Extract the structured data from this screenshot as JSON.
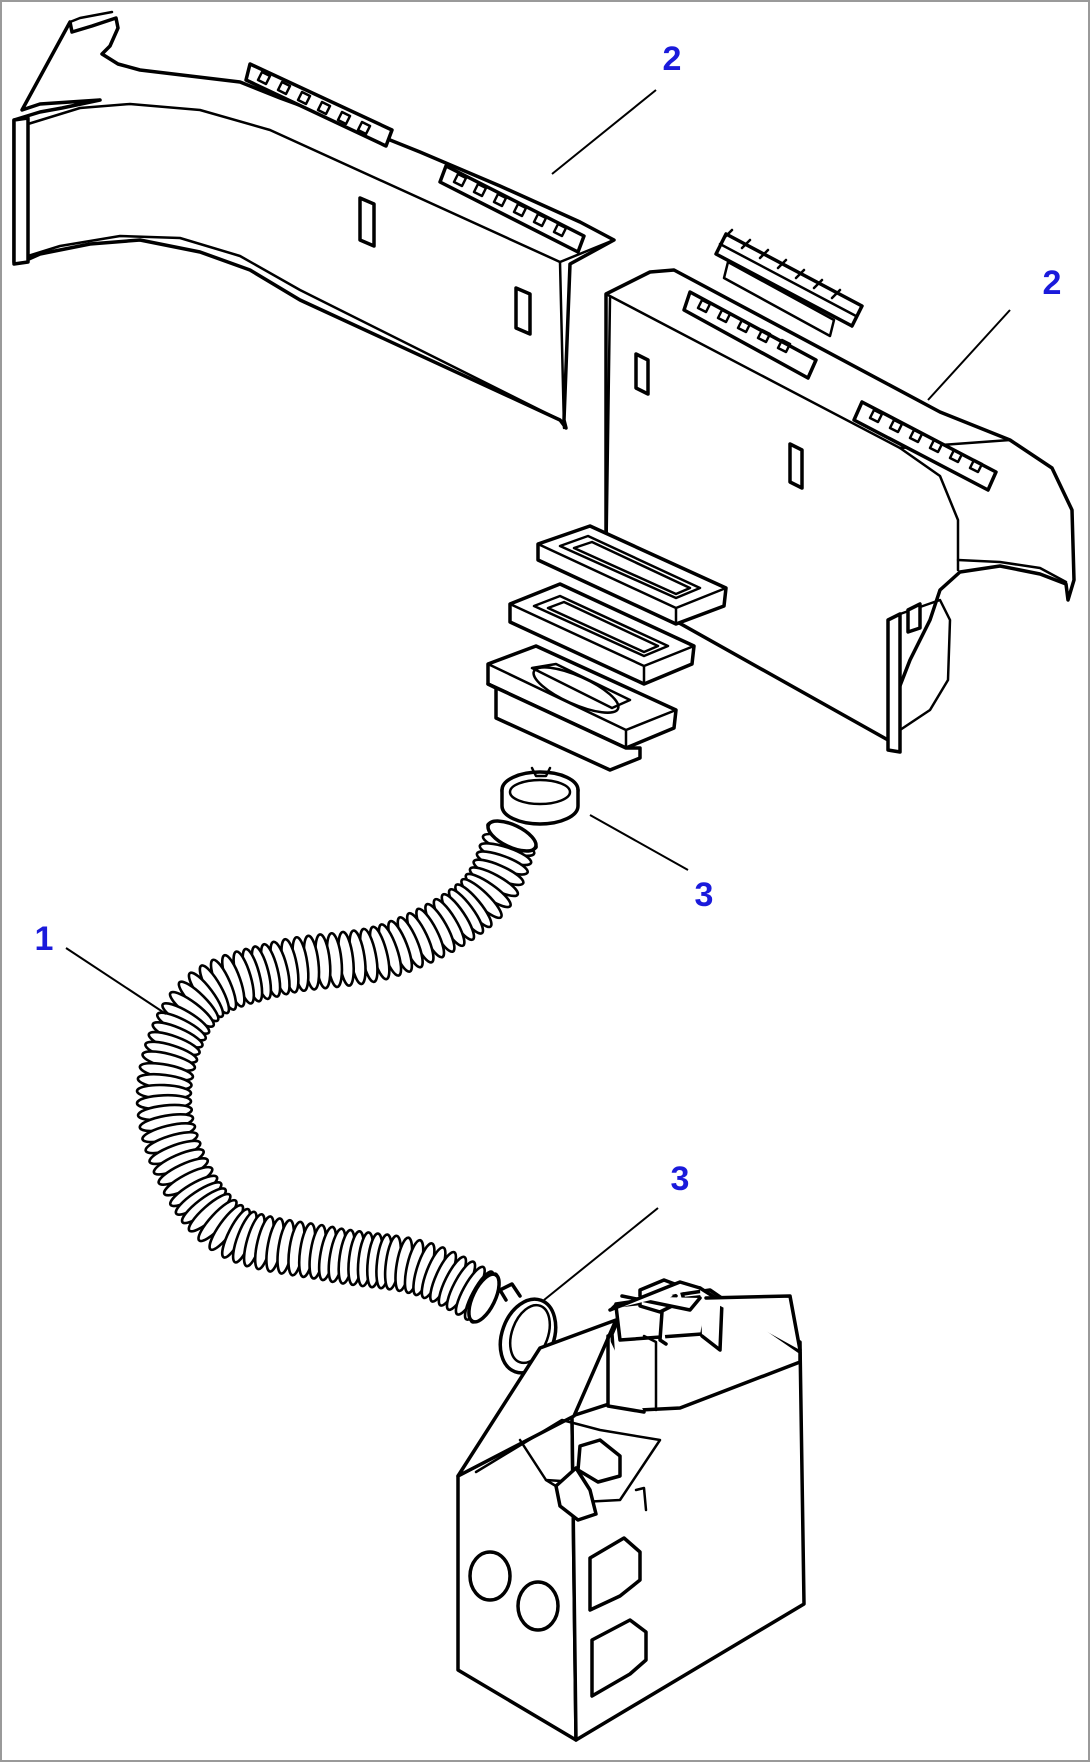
{
  "callouts": [
    {
      "id": "c1",
      "label": "1"
    },
    {
      "id": "c2a",
      "label": "2"
    },
    {
      "id": "c2b",
      "label": "2"
    },
    {
      "id": "c3a",
      "label": "3"
    },
    {
      "id": "c3b",
      "label": "3"
    }
  ],
  "colors": {
    "callout_text": "#1a1adb",
    "line_art": "#000000",
    "background": "#ffffff",
    "frame": "#9a9a9a"
  }
}
